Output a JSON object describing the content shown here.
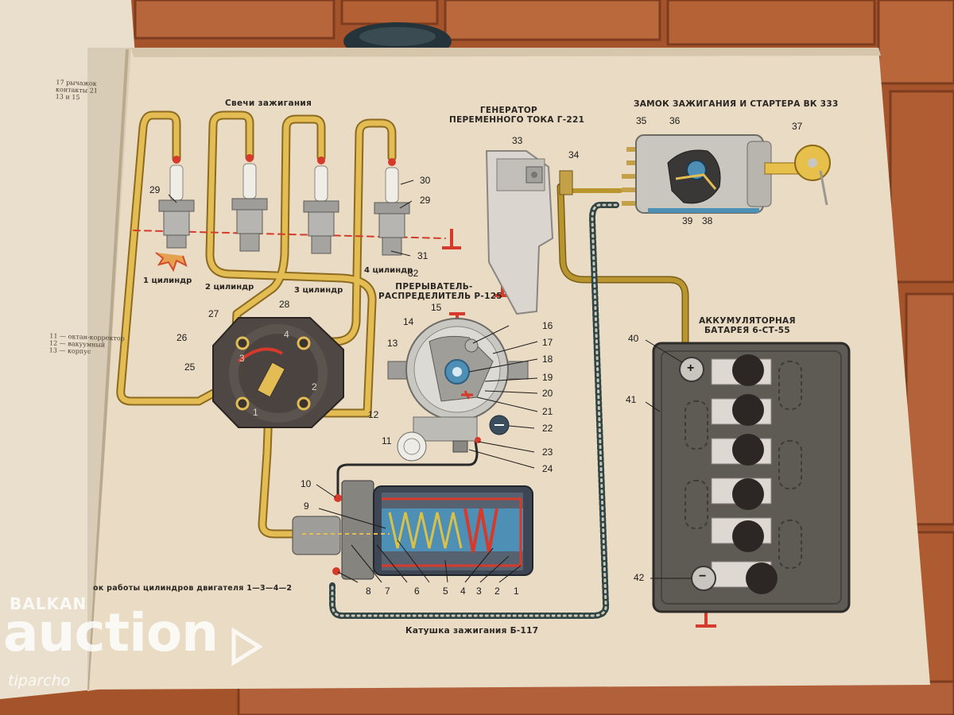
{
  "headings": {
    "spark_plugs": "Свечи зажигания",
    "generator_line1": "ГЕНЕРАТОР",
    "generator_line2": "ПЕРЕМЕННОГО ТОКА Г-221",
    "ignition_lock": "ЗАМОК ЗАЖИГАНИЯ И СТАРТЕРА ВК 333",
    "distributor_line1": "ПРЕРЫВАТЕЛЬ-",
    "distributor_line2": "РАСПРЕДЕЛИТЕЛЬ Р-125",
    "battery_line1": "АККУМУЛЯТОРНАЯ",
    "battery_line2": "БАТАРЕЯ 6-СТ-55",
    "coil": "Катушка зажигания Б-117",
    "firing_order": "ок работы цилиндров двигателя 1—3—4—2"
  },
  "cylinders": [
    "1 цилиндр",
    "2 цилиндр",
    "3 цилиндр",
    "4 цилиндр"
  ],
  "callouts": {
    "n1": "1",
    "n2": "2",
    "n3": "3",
    "n4": "4",
    "n5": "5",
    "n6": "6",
    "n7": "7",
    "n8": "8",
    "n9": "9",
    "n10": "10",
    "n11": "11",
    "n12": "12",
    "n13": "13",
    "n14": "14",
    "n15": "15",
    "n16": "16",
    "n17": "17",
    "n18": "18",
    "n19": "19",
    "n20": "20",
    "n21": "21",
    "n22": "22",
    "n23": "23",
    "n24": "24",
    "n25": "25",
    "n26": "26",
    "n27": "27",
    "n28": "28",
    "n29a": "29",
    "n29b": "29",
    "n30": "30",
    "n31": "31",
    "n32": "32",
    "n33": "33",
    "n34": "34",
    "n35": "35",
    "n36": "36",
    "n37": "37",
    "n38": "38",
    "n39": "39",
    "n40": "40",
    "n41": "41",
    "n42": "42"
  },
  "distributor_cap_numbers": [
    "1",
    "2",
    "3",
    "4"
  ],
  "battery_terminals": {
    "positive": "+",
    "negative": "−"
  },
  "watermark": {
    "brand_small": "BALKAN",
    "brand_large": "auction",
    "site": "tiparcho"
  },
  "colors": {
    "table_wood": "#a5532a",
    "paper": "#e9dbc4",
    "wire_yellow": "#e3bc54",
    "wire_olive": "#b9962d",
    "ground_red": "#d63a2a",
    "battery_case": "#5e5a54",
    "coil_blue": "#4d8fb5"
  }
}
